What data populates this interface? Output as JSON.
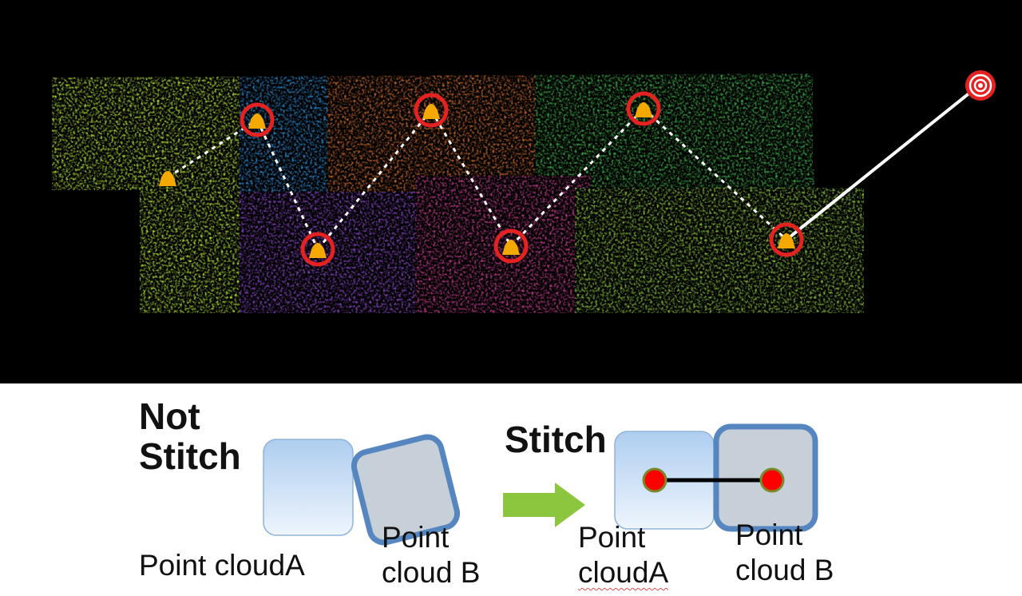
{
  "diagram": {
    "not_stitch_title": [
      "Not",
      "Stitch"
    ],
    "stitch_title": "Stitch",
    "left_group": {
      "cloud_a_label": [
        "Point cloudA"
      ],
      "cloud_b_label": [
        "Point",
        "cloud B"
      ]
    },
    "right_group": {
      "cloud_a_label": [
        "Point",
        "cloudA"
      ],
      "cloud_b_label": [
        "Point",
        "cloud B"
      ]
    }
  },
  "colors": {
    "background": "#000000",
    "region_lime": "#b5e23a",
    "region_blue": "#2e8fd8",
    "region_orange": "#cc6a2c",
    "region_green": "#3fb14b",
    "region_purple": "#8a49c8",
    "region_magenta": "#c23e8f",
    "region_light_green": "#8cc43c",
    "marker_ring": "#e52222",
    "marker_fill": "#f5a800",
    "path_line": "#ffffff",
    "arrow": "#8cc63f",
    "box_blue_fill": "#c5dcf5",
    "box_gray_fill": "#c7cfd8",
    "box_gray_border": "#5686bf",
    "connect_dot": "#ff0000",
    "connect_dot_rim": "#7a8a2a"
  },
  "icons": [
    "scan-station-marker-icon",
    "target-marker-icon",
    "arrow-right-icon"
  ]
}
